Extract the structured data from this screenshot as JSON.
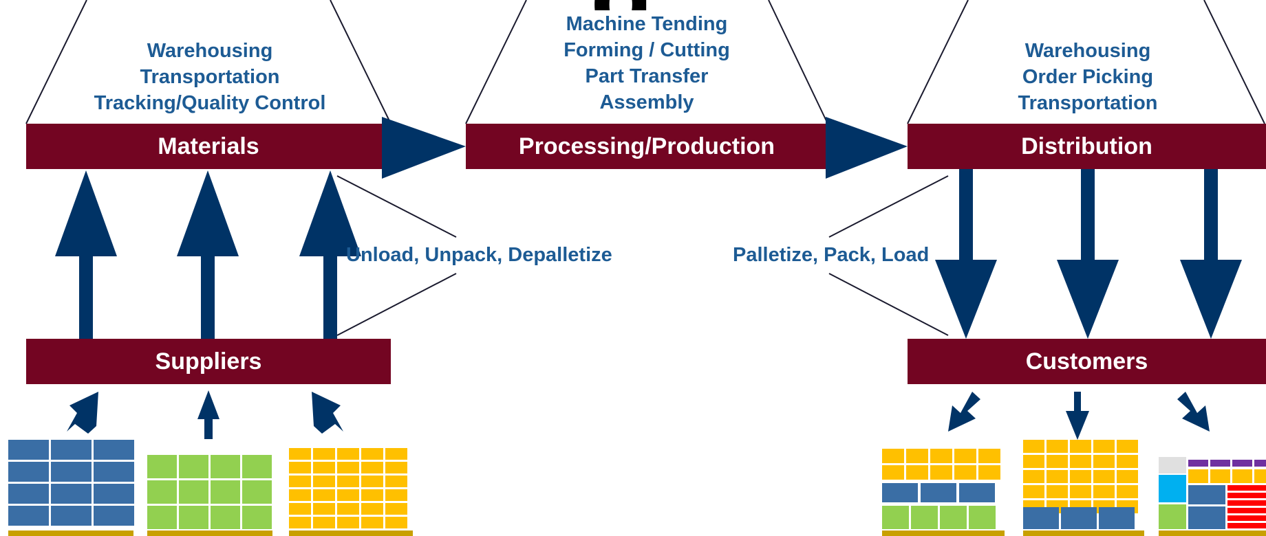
{
  "stages": [
    {
      "id": "materials",
      "label": "Materials",
      "tasks": [
        "Warehousing",
        "Transportation",
        "Tracking/Quality Control"
      ]
    },
    {
      "id": "processing",
      "label": "Processing/Production",
      "tasks": [
        "Machine Tending",
        "Forming / Cutting",
        "Part Transfer",
        "Assembly"
      ]
    },
    {
      "id": "distribution",
      "label": "Distribution",
      "tasks": [
        "Warehousing",
        "Order Picking",
        "Transportation"
      ]
    }
  ],
  "endpoints": {
    "suppliers": "Suppliers",
    "customers": "Customers"
  },
  "handoffs": {
    "inbound": "Unload, Unpack, Depalletize",
    "outbound": "Palletize, Pack, Load"
  },
  "title_fragment": "g",
  "colors": {
    "box": "#730522",
    "arrow": "#003366",
    "text": "#1d5b94",
    "blue_box": "#3a6ea5",
    "green_box": "#92d050",
    "yellow_box": "#ffc000",
    "pallet": "#c8a000",
    "cyan_box": "#00b0f0",
    "red_box": "#ff0000",
    "purple_box": "#7030a0",
    "gray_box": "#e0e0e0"
  }
}
